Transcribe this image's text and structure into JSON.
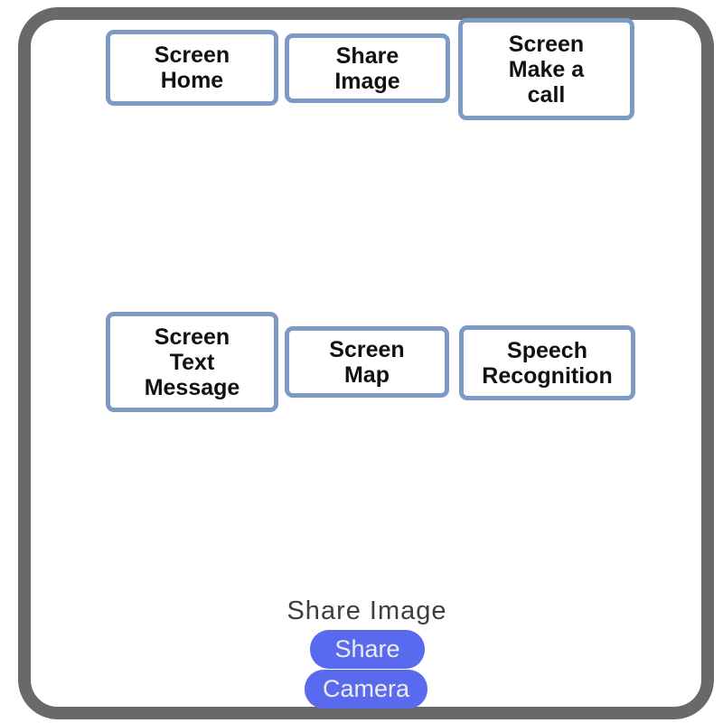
{
  "screen_buttons": [
    {
      "id": "screen-home",
      "label": "Screen\nHome"
    },
    {
      "id": "share-image",
      "label": "Share\nImage"
    },
    {
      "id": "screen-make-a-call",
      "label": "Screen\nMake a\ncall"
    },
    {
      "id": "screen-text-message",
      "label": "Screen\nText\nMessage"
    },
    {
      "id": "screen-map",
      "label": "Screen\nMap"
    },
    {
      "id": "speech-recognition",
      "label": "Speech\nRecognition"
    }
  ],
  "share_section": {
    "caption": "Share Image",
    "share_button_label": "Share",
    "camera_button_label": "Camera"
  },
  "colors": {
    "frame_gray": "#696969",
    "wireframe_button_border": "#7D9AC6",
    "accent_button_blue": "#5A6AEF",
    "button_text": "#111111",
    "caption_text": "#3E3E3E"
  }
}
